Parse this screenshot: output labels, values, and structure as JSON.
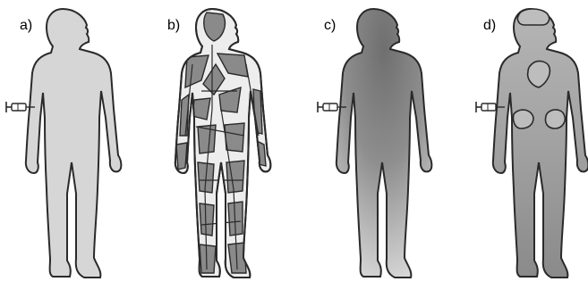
{
  "panels": [
    {
      "label": "a)",
      "fill": "solid-light-gray",
      "injection": true
    },
    {
      "label": "b)",
      "fill": "vascular-network",
      "injection": false
    },
    {
      "label": "c)",
      "fill": "dark-to-light-gradient",
      "injection": true
    },
    {
      "label": "d)",
      "fill": "gradient-with-organs",
      "injection": true
    }
  ],
  "colors": {
    "outline": "#2a2a2a",
    "light_body": "#d6d6d6",
    "mid_body": "#a8a8a8",
    "dark_body": "#8c8c8c",
    "organ": "#bdbdbd",
    "vessel": "#7a7a7a"
  },
  "icons": [
    "syringe-icon",
    "brain-icon",
    "heart-icon",
    "kidney-icon"
  ]
}
